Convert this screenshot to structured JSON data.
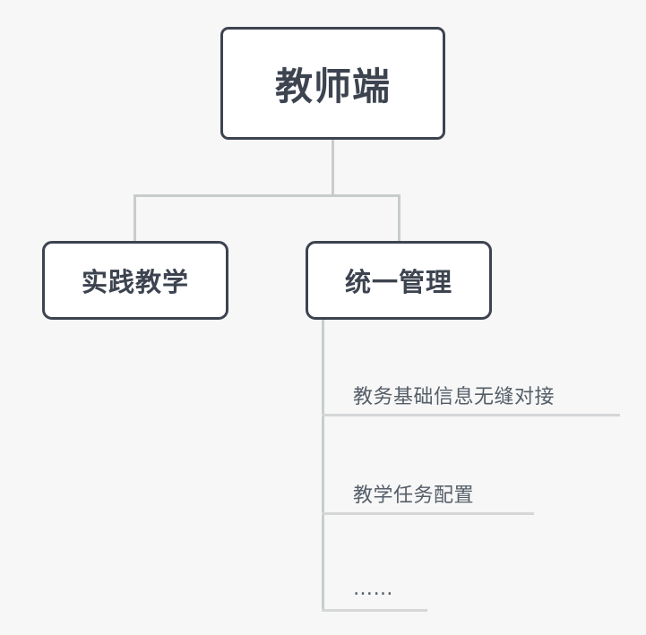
{
  "diagram": {
    "type": "tree",
    "background_color": "#f7f7f7",
    "node_border_color": "#3d4450",
    "node_fill_color": "#ffffff",
    "connector_color": "#c9cccd",
    "leaf_text_color": "#555e68",
    "leaf_rule_color": "#d4d6d8",
    "root": {
      "label": "教师端"
    },
    "level2": [
      {
        "label": "实践教学"
      },
      {
        "label": "统一管理"
      }
    ],
    "leaves": [
      {
        "label": "教务基础信息无缝对接"
      },
      {
        "label": "教学任务配置"
      },
      {
        "label": "……"
      }
    ]
  }
}
